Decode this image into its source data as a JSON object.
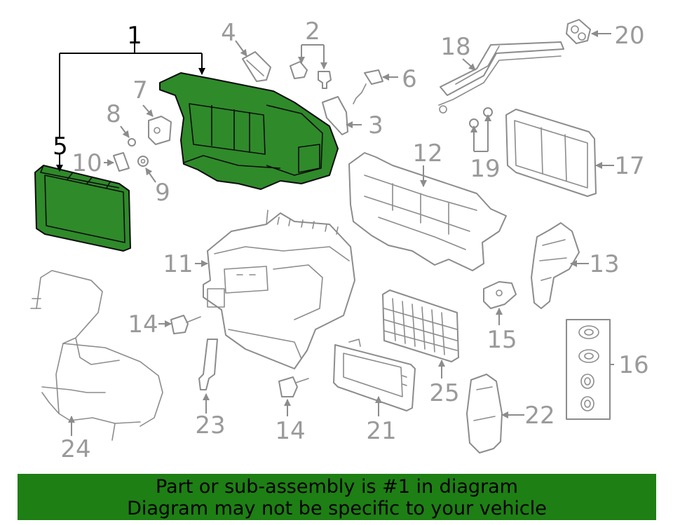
{
  "diagram": {
    "callouts": [
      "1",
      "2",
      "3",
      "4",
      "5",
      "6",
      "7",
      "8",
      "9",
      "10",
      "11",
      "12",
      "13",
      "14",
      "14",
      "15",
      "16",
      "17",
      "18",
      "19",
      "20",
      "21",
      "22",
      "23",
      "24",
      "25"
    ],
    "highlight_color": "#2f8a2a"
  },
  "banner": {
    "line1": "Part or sub-assembly is #1 in diagram",
    "line2": "Diagram may not be specific to your vehicle",
    "color": "#1e7f14"
  }
}
